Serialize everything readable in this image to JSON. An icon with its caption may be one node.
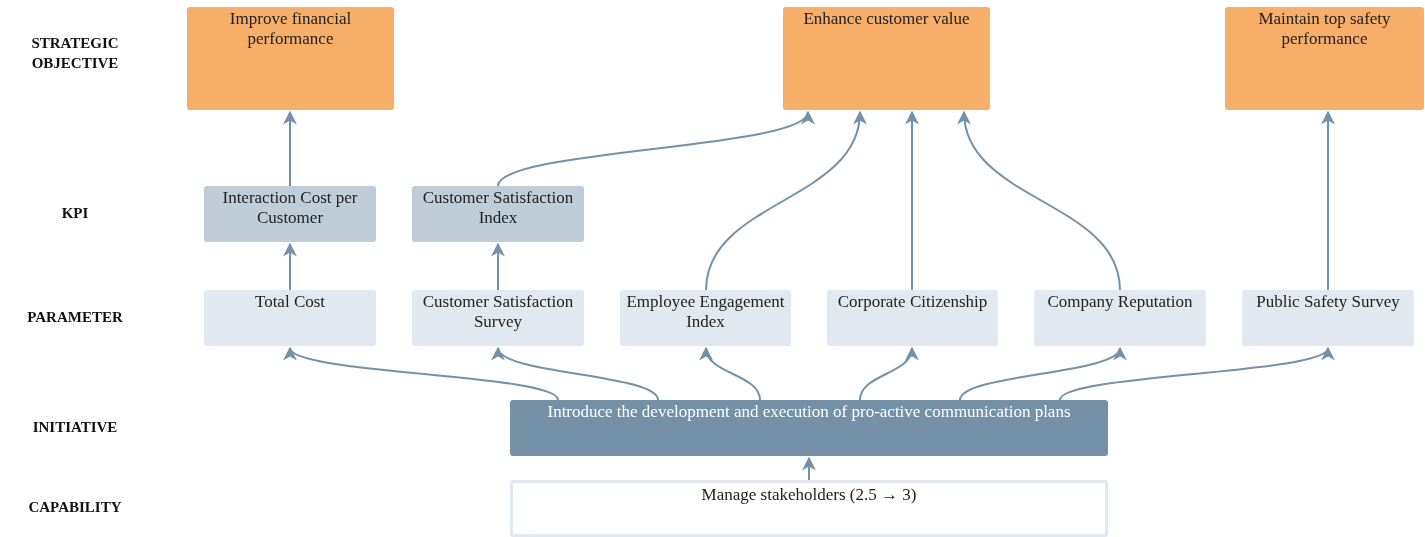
{
  "diagram": {
    "nodes": [
      {
        "text": [
          "Improve financial performance"
        ]
      },
      {
        "text": [
          "Enhance customer value"
        ]
      },
      {
        "text": [
          "Maintain top safety performance"
        ]
      },
      {
        "text": [
          "Interaction Cost per Customer"
        ]
      },
      {
        "text": [
          "Customer Satisfaction Index"
        ]
      },
      {
        "text": [
          "Total Cost"
        ]
      },
      {
        "text": [
          "Customer Satisfaction Survey"
        ]
      },
      {
        "text": [
          "Employee Engagement Index"
        ]
      },
      {
        "text": [
          "Corporate Citizenship"
        ]
      },
      {
        "text": [
          "Company Reputation"
        ]
      },
      {
        "text": [
          "Public Safety Survey"
        ]
      },
      {
        "text": [
          "Introduce the development and execution of pro-active communication plans"
        ]
      },
      {
        "text": [
          "Manage stakeholders (2.5 → 3)"
        ]
      }
    ],
    "edges": [
      {
        "from": 3,
        "to": 0,
        "arrow": "to"
      },
      {
        "from": 4,
        "to": 1,
        "arrow": "to"
      },
      {
        "from": 7,
        "to": 1,
        "arrow": "to"
      },
      {
        "from": 8,
        "to": 1,
        "arrow": "to"
      },
      {
        "from": 9,
        "to": 1,
        "arrow": "to"
      },
      {
        "from": 10,
        "to": 2,
        "arrow": "to"
      },
      {
        "from": 5,
        "to": 3,
        "arrow": "to"
      },
      {
        "from": 6,
        "to": 4,
        "arrow": "to"
      },
      {
        "from": 11,
        "to": 5,
        "arrow": "to"
      },
      {
        "from": 11,
        "to": 6,
        "arrow": "to"
      },
      {
        "from": 11,
        "to": 7,
        "arrow": "to"
      },
      {
        "from": 11,
        "to": 8,
        "arrow": "to"
      },
      {
        "from": 11,
        "to": 9,
        "arrow": "to"
      },
      {
        "from": 11,
        "to": 10,
        "arrow": "to"
      },
      {
        "from": 12,
        "to": 11,
        "arrow": "to"
      }
    ],
    "labels": [
      "STRATEGIC OBJECTIVE",
      "KPI",
      "PARAMETER",
      "INITIATIVE",
      "CAPABILITY"
    ]
  }
}
